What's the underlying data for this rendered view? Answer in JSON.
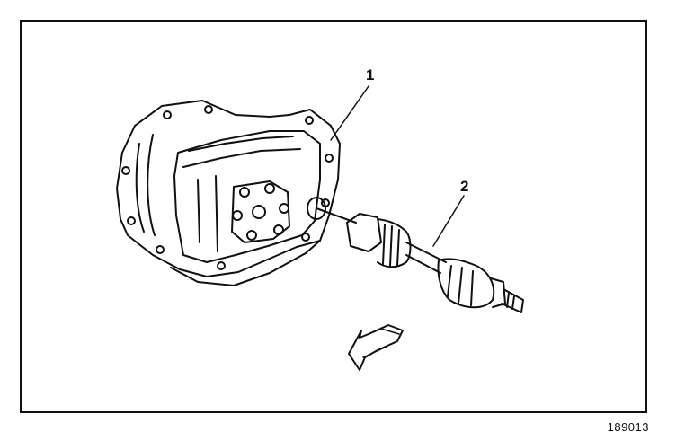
{
  "diagram": {
    "callouts": [
      {
        "number": "1"
      },
      {
        "number": "2"
      }
    ],
    "figure_id": "189013"
  }
}
